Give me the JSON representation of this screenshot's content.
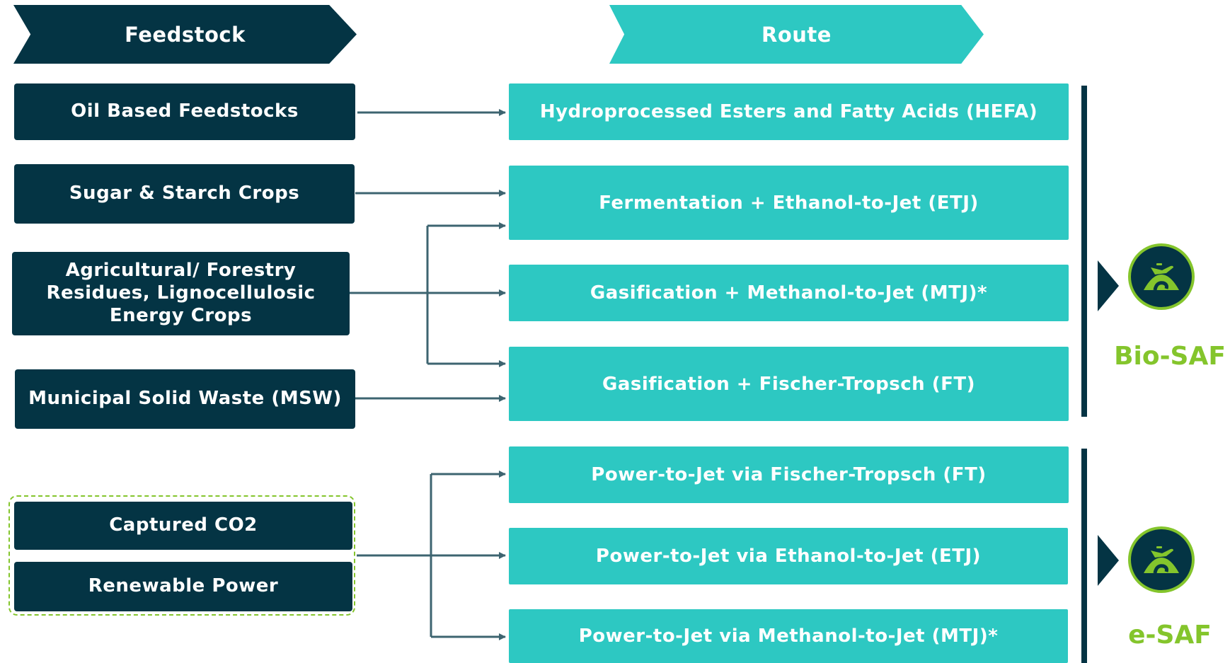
{
  "headers": {
    "feedstock": "Feedstock",
    "route": "Route"
  },
  "feedstocks": {
    "oil": "Oil Based Feedstocks",
    "sugar": "Sugar & Starch Crops",
    "agri_line1": "Agricultural/ Forestry",
    "agri_line2": "Residues, Lignocellulosic",
    "agri_line3": "Energy Crops",
    "msw": "Municipal Solid Waste (MSW)",
    "co2": "Captured CO2",
    "power": "Renewable Power"
  },
  "routes": {
    "hefa": "Hydroprocessed Esters and Fatty Acids (HEFA)",
    "etj": "Fermentation + Ethanol-to-Jet (ETJ)",
    "mtj": "Gasification + Methanol-to-Jet (MTJ)*",
    "ft": "Gasification + Fischer-Tropsch (FT)",
    "ptj_ft": "Power-to-Jet via Fischer-Tropsch (FT)",
    "ptj_etj": "Power-to-Jet via Ethanol-to-Jet (ETJ)",
    "ptj_mtj": "Power-to-Jet via Methanol-to-Jet (MTJ)*"
  },
  "categories": {
    "bio": "Bio-SAF",
    "e": "e-SAF"
  },
  "colors": {
    "dark": "#043444",
    "teal": "#2dc8c2",
    "green": "#84c52c",
    "arrow": "#3d6470"
  },
  "icons": {
    "badge": "airplane-landing-icon"
  }
}
